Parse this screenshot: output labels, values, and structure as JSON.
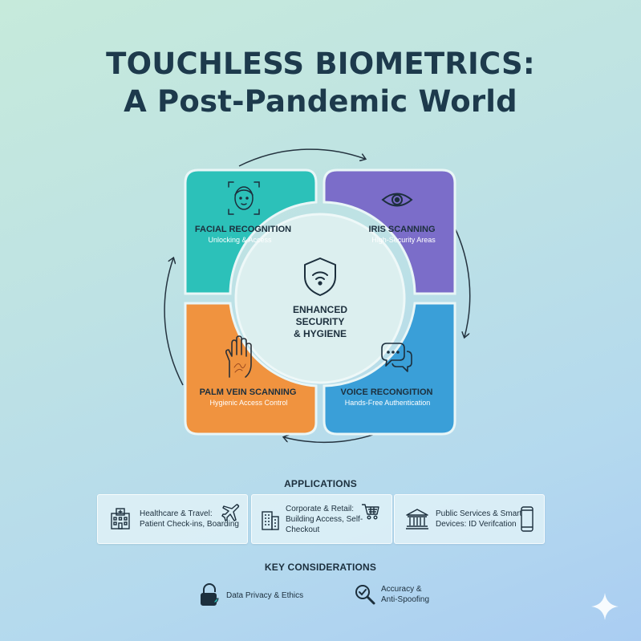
{
  "title": {
    "line1": "TOUCHLESS BIOMETRICS:",
    "line2": "A Post-Pandemic World"
  },
  "center": {
    "line1": "ENHANCED",
    "line2": "SECURITY",
    "line3": "& HYGIENE",
    "icon": "shield-wifi-icon"
  },
  "segments": [
    {
      "title": "FACIAL RECOGNITION",
      "subtitle": "Unlocking & Access",
      "color": "#2cc1b9",
      "icon": "face-scan-icon"
    },
    {
      "title": "IRIS SCANNING",
      "subtitle": "High-Security Areas",
      "color": "#7b6dc9",
      "icon": "eye-icon"
    },
    {
      "title": "PALM VEIN SCANNING",
      "subtitle": "Hygienic Access Control",
      "color": "#f0933f",
      "icon": "palm-icon"
    },
    {
      "title": "VOICE RECONGITION",
      "subtitle": "Hands-Free Authentication",
      "color": "#3a9fd8",
      "icon": "speech-bubbles-icon"
    }
  ],
  "applications": {
    "heading": "APPLICATIONS",
    "cards": [
      {
        "line1": "Healthcare & Travel:",
        "line2": "Patient Check-ins, Boarding",
        "icon_left": "hospital-icon",
        "icon_right": "airplane-icon"
      },
      {
        "line1": "Corporate & Retail:",
        "line2": "Building Access, Self-Checkout",
        "icon_left": "office-building-icon",
        "icon_right": "shopping-cart-icon"
      },
      {
        "line1": "Public Services & Smart",
        "line2": "Devices: ID Verifcation",
        "icon_left": "government-building-icon",
        "icon_right": "smartphone-icon"
      }
    ]
  },
  "considerations": {
    "heading": "KEY CONSIDERATIONS",
    "items": [
      {
        "line1": "Data Privacy & Ethics",
        "line2": "",
        "icon": "lock-icon"
      },
      {
        "line1": "Accuracy &",
        "line2": "Anti-Spoofing",
        "icon": "magnifier-check-icon"
      }
    ]
  }
}
